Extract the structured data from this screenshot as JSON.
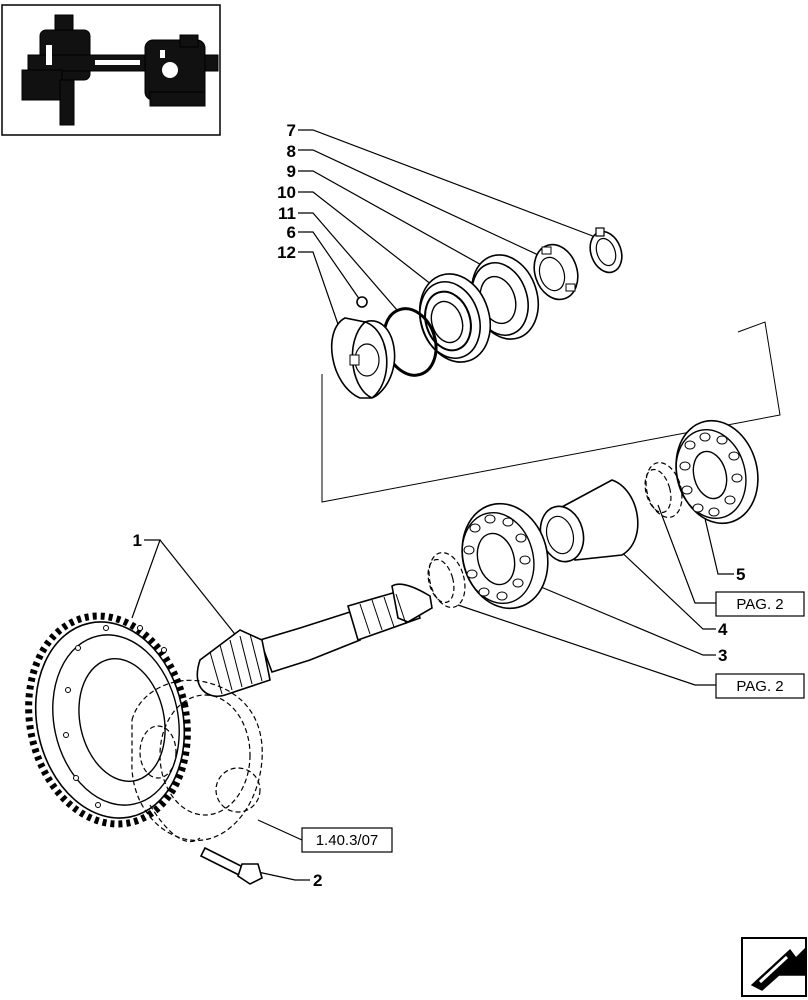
{
  "callouts": [
    {
      "id": "7",
      "label": "7"
    },
    {
      "id": "8",
      "label": "8"
    },
    {
      "id": "9",
      "label": "9"
    },
    {
      "id": "10",
      "label": "10"
    },
    {
      "id": "11",
      "label": "11"
    },
    {
      "id": "6",
      "label": "6"
    },
    {
      "id": "12",
      "label": "12"
    },
    {
      "id": "1",
      "label": "1"
    },
    {
      "id": "5",
      "label": "5"
    },
    {
      "id": "4",
      "label": "4"
    },
    {
      "id": "3",
      "label": "3"
    },
    {
      "id": "2",
      "label": "2"
    }
  ],
  "references": [
    {
      "id": "pag2_upper",
      "label": "PAG. 2"
    },
    {
      "id": "pag2_lower",
      "label": "PAG. 2"
    },
    {
      "id": "ref_1403",
      "label": "1.40.3/07"
    }
  ],
  "icons": {
    "thumbnail": "axle-assembly-thumbnail",
    "nav": "next-page-arrow-icon"
  }
}
